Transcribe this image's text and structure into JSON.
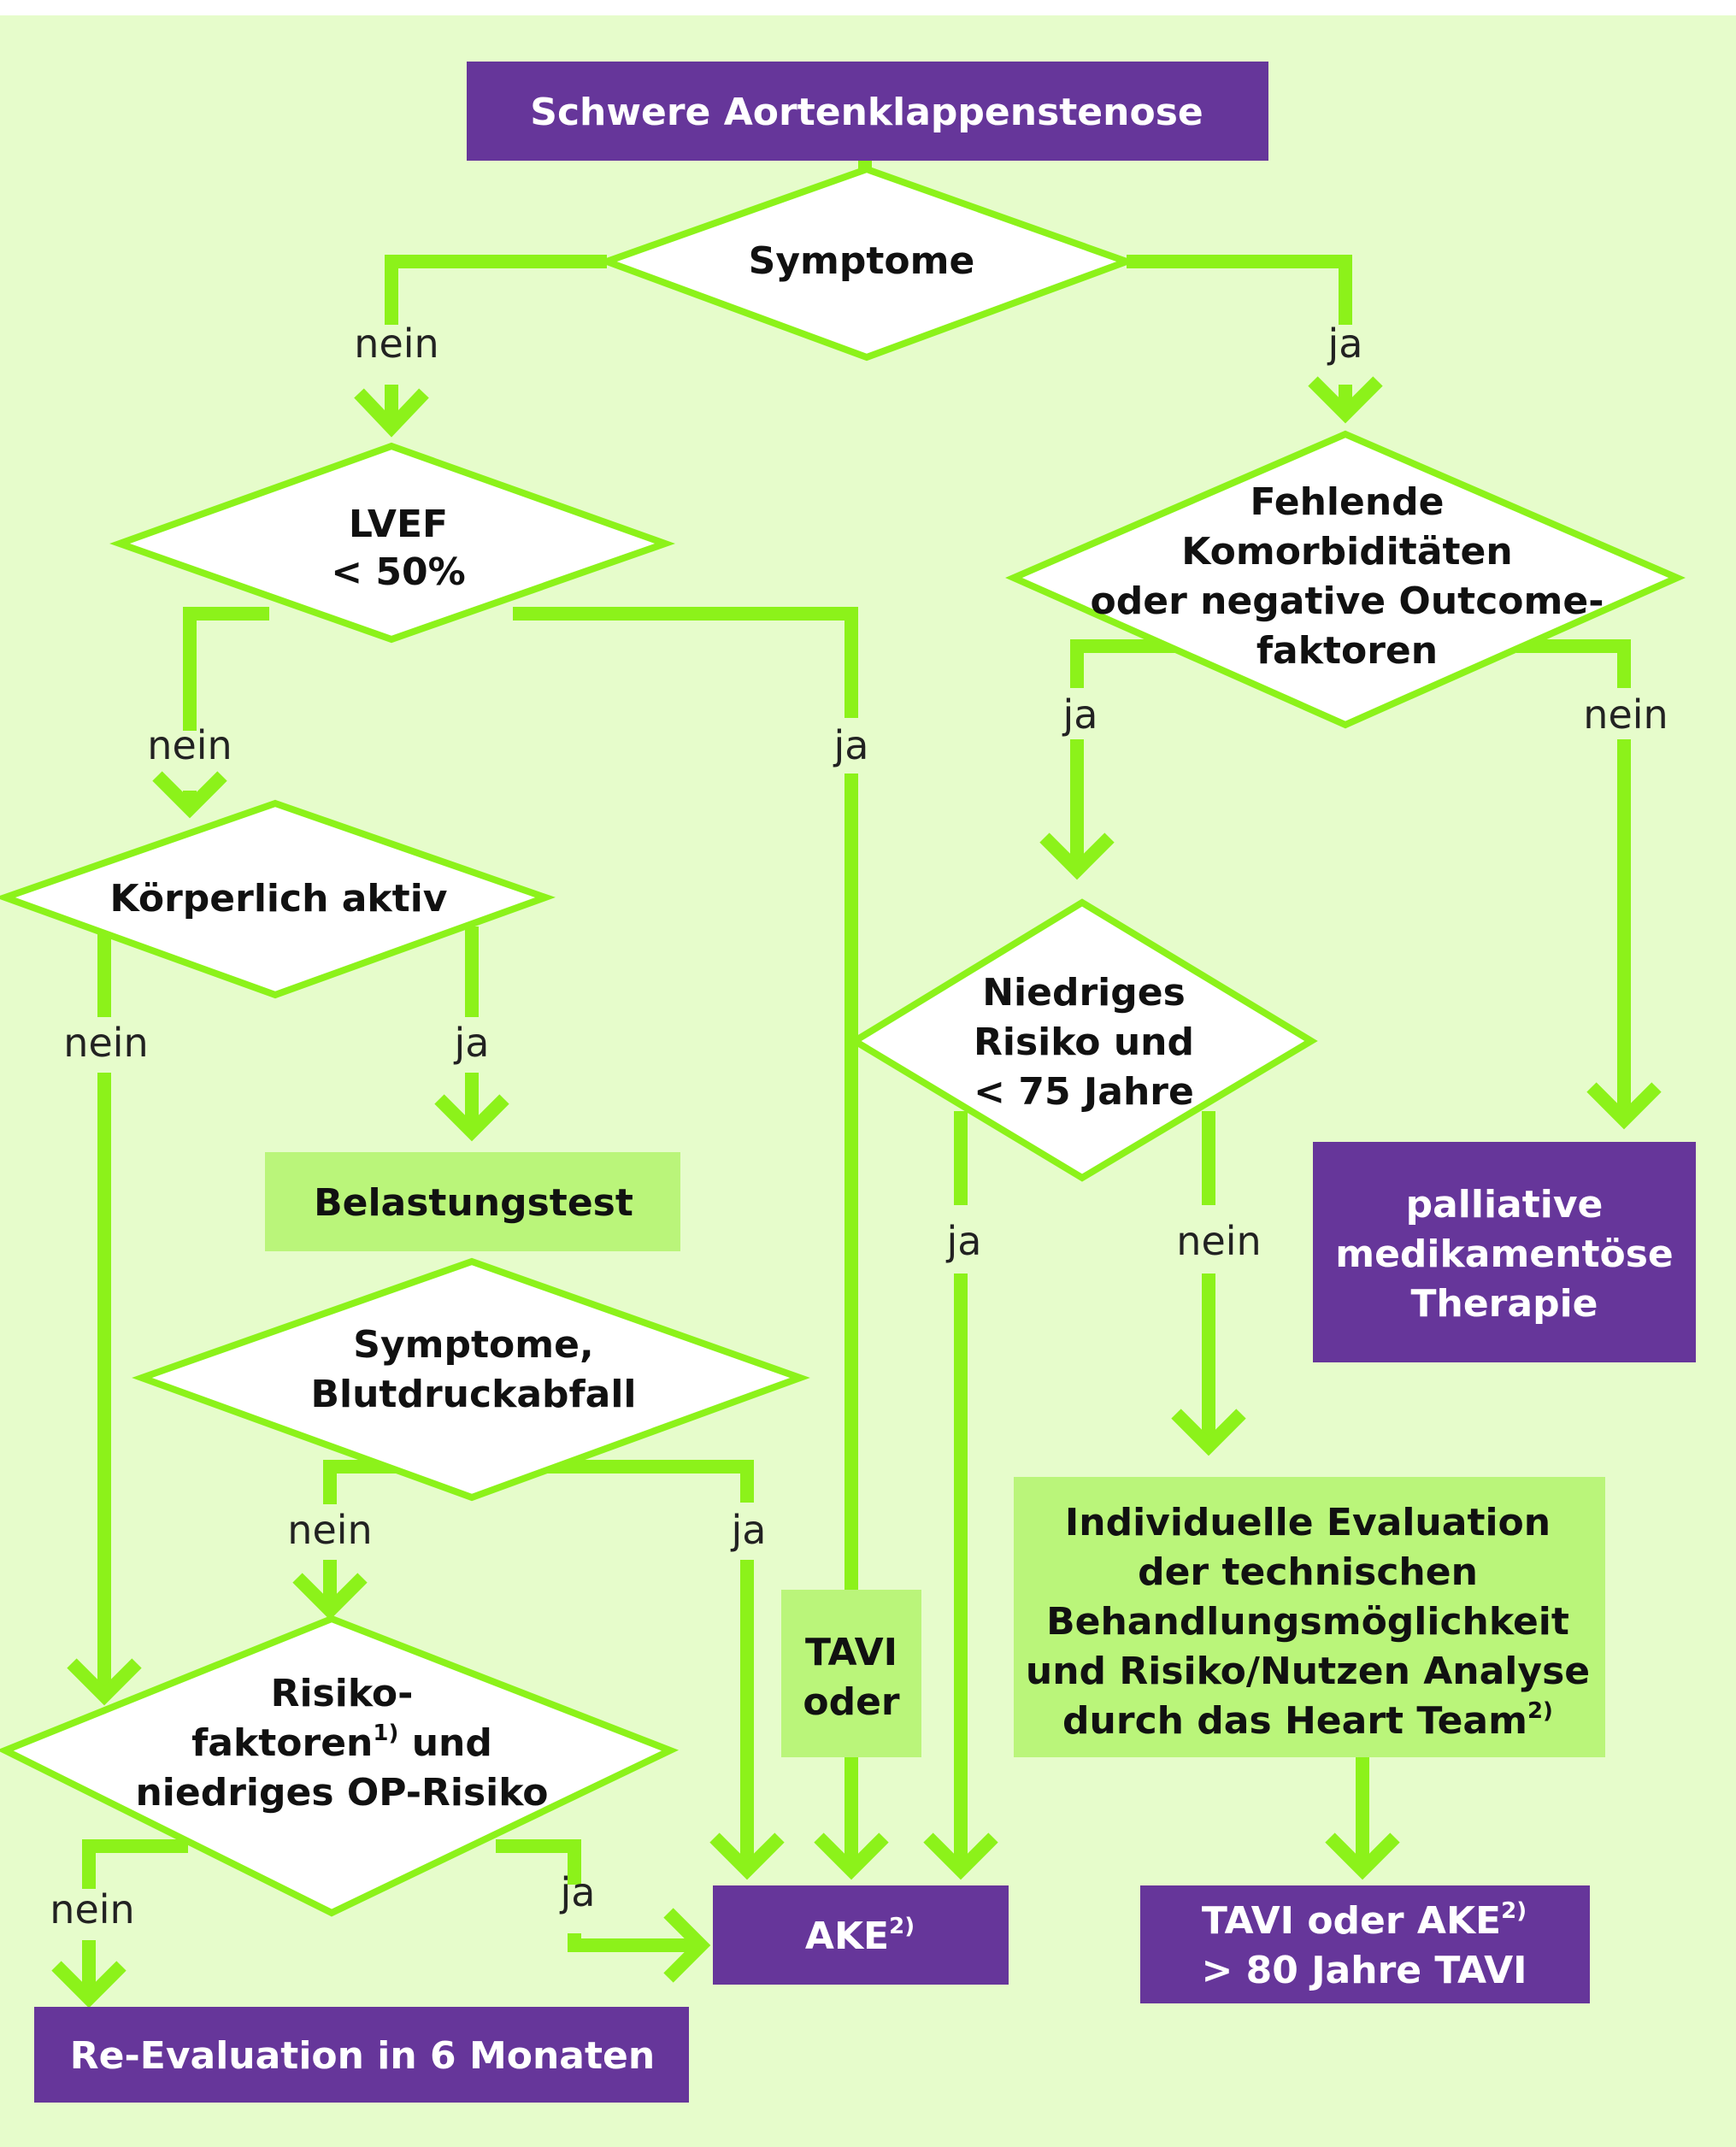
{
  "colors": {
    "background": "#e6fccb",
    "flow_line": "#8cf21a",
    "terminal_box": "#66369a",
    "process_box": "#baf57a",
    "decision_fill": "#ffffff",
    "terminal_text": "#ffffff",
    "body_text": "#111111"
  },
  "nodes": {
    "start": {
      "text": "Schwere Aortenklappenstenose"
    },
    "symptome": {
      "text": "Symptome"
    },
    "lvef": {
      "line1": "LVEF",
      "line2": "< 50%"
    },
    "fehlende": {
      "line1": "Fehlende",
      "line2": "Komorbiditäten",
      "line3": "oder negative Outcome-",
      "line4": "faktoren"
    },
    "koerperlich": {
      "text": "Körperlich aktiv"
    },
    "belastungstest": {
      "text": "Belastungstest"
    },
    "symptome_blutdruck": {
      "line1": "Symptome,",
      "line2": "Blutdruckabfall"
    },
    "niedriges": {
      "line1": "Niedriges",
      "line2": "Risiko und",
      "line3": "< 75 Jahre"
    },
    "palliativ": {
      "line1": "palliative",
      "line2": "medikamentöse",
      "line3": "Therapie"
    },
    "risiko": {
      "line1": "Risiko-",
      "line2a": "faktoren",
      "line2_sup": "1)",
      "line2b": " und",
      "line3": "niedriges OP-Risiko"
    },
    "tavi_oder": {
      "line1": "TAVI",
      "line2": "oder"
    },
    "evaluation": {
      "line1": "Individuelle Evaluation",
      "line2": "der technischen",
      "line3": "Behandlungsmöglichkeit",
      "line4": "und Risiko/Nutzen Analyse",
      "line5": "durch das Heart Team",
      "line5_sup": "2)"
    },
    "ake": {
      "text": "AKE",
      "sup": "2)"
    },
    "tavi_ake": {
      "line1": "TAVI oder AKE",
      "line1_sup": "2)",
      "line2": "> 80 Jahre TAVI"
    },
    "reevaluation": {
      "text": "Re-Evaluation in 6 Monaten"
    }
  },
  "edge_labels": {
    "symptome_nein": "nein",
    "symptome_ja": "ja",
    "lvef_nein": "nein",
    "lvef_ja": "ja",
    "fehlende_ja": "ja",
    "fehlende_nein": "nein",
    "koerperlich_nein": "nein",
    "koerperlich_ja": "ja",
    "niedriges_ja": "ja",
    "niedriges_nein": "nein",
    "blutdruck_nein": "nein",
    "blutdruck_ja": "ja",
    "risiko_nein": "nein",
    "risiko_ja": "ja"
  }
}
